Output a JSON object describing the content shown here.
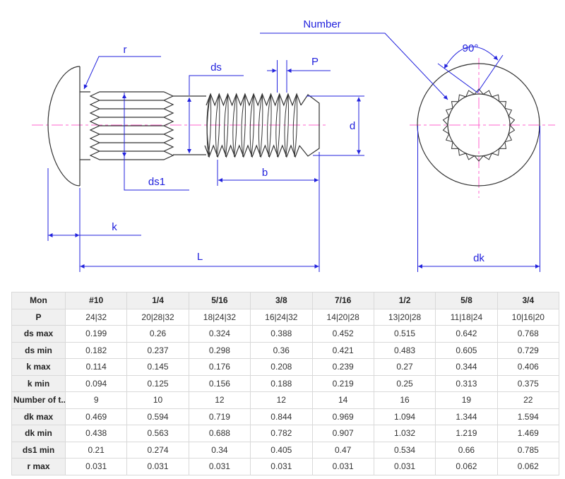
{
  "drawing": {
    "labels": {
      "r": "r",
      "ds": "ds",
      "p": "P",
      "number": "Number",
      "d": "d",
      "b": "b",
      "ds1": "ds1",
      "k": "k",
      "l": "L",
      "dk": "dk",
      "angle": "90°"
    },
    "colors": {
      "dimension": "#2222dd",
      "centerline": "#ff66cc",
      "outline": "#333333"
    }
  },
  "table": {
    "header": [
      "Mon",
      "#10",
      "1/4",
      "5/16",
      "3/8",
      "7/16",
      "1/2",
      "5/8",
      "3/4"
    ],
    "rows": [
      {
        "label": "P",
        "values": [
          "24|32",
          "20|28|32",
          "18|24|32",
          "16|24|32",
          "14|20|28",
          "13|20|28",
          "11|18|24",
          "10|16|20"
        ]
      },
      {
        "label": "ds max",
        "values": [
          "0.199",
          "0.26",
          "0.324",
          "0.388",
          "0.452",
          "0.515",
          "0.642",
          "0.768"
        ]
      },
      {
        "label": "ds min",
        "values": [
          "0.182",
          "0.237",
          "0.298",
          "0.36",
          "0.421",
          "0.483",
          "0.605",
          "0.729"
        ]
      },
      {
        "label": "k max",
        "values": [
          "0.114",
          "0.145",
          "0.176",
          "0.208",
          "0.239",
          "0.27",
          "0.344",
          "0.406"
        ]
      },
      {
        "label": "k min",
        "values": [
          "0.094",
          "0.125",
          "0.156",
          "0.188",
          "0.219",
          "0.25",
          "0.313",
          "0.375"
        ]
      },
      {
        "label": "Number of t...",
        "values": [
          "9",
          "10",
          "12",
          "12",
          "14",
          "16",
          "19",
          "22"
        ]
      },
      {
        "label": "dk max",
        "values": [
          "0.469",
          "0.594",
          "0.719",
          "0.844",
          "0.969",
          "1.094",
          "1.344",
          "1.594"
        ]
      },
      {
        "label": "dk min",
        "values": [
          "0.438",
          "0.563",
          "0.688",
          "0.782",
          "0.907",
          "1.032",
          "1.219",
          "1.469"
        ]
      },
      {
        "label": "ds1 min",
        "values": [
          "0.21",
          "0.274",
          "0.34",
          "0.405",
          "0.47",
          "0.534",
          "0.66",
          "0.785"
        ]
      },
      {
        "label": "r max",
        "values": [
          "0.031",
          "0.031",
          "0.031",
          "0.031",
          "0.031",
          "0.031",
          "0.062",
          "0.062"
        ]
      }
    ]
  }
}
